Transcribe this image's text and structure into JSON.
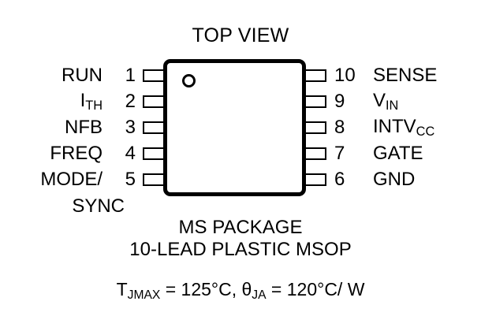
{
  "diagram": {
    "title": "TOP VIEW",
    "package_body": {
      "pin1_indicator": "pin1-dot"
    },
    "left_pins": [
      {
        "number": "1",
        "label": "RUN",
        "sub": ""
      },
      {
        "number": "2",
        "label": "I",
        "sub": "TH"
      },
      {
        "number": "3",
        "label": "NFB",
        "sub": ""
      },
      {
        "number": "4",
        "label": "FREQ",
        "sub": ""
      },
      {
        "number": "5",
        "label": "MODE/",
        "sub": ""
      }
    ],
    "left_pin5_second_line": "SYNC",
    "right_pins": [
      {
        "number": "10",
        "label": "SENSE",
        "sub": ""
      },
      {
        "number": "9",
        "label": "V",
        "sub": "IN"
      },
      {
        "number": "8",
        "label": "INTV",
        "sub": "CC"
      },
      {
        "number": "7",
        "label": "GATE",
        "sub": ""
      },
      {
        "number": "6",
        "label": "GND",
        "sub": ""
      }
    ],
    "caption": {
      "package_name": "MS PACKAGE",
      "lead_description": "10-LEAD PLASTIC MSOP",
      "thermal_prefix": "T",
      "thermal_prefix_sub": "JMAX",
      "thermal_mid": " = 125°C, ",
      "thermal_theta": "θ",
      "thermal_theta_sub": "JA",
      "thermal_suffix": " = 120°C/ W"
    },
    "colors": {
      "ink": "#000000",
      "background": "#ffffff"
    }
  }
}
